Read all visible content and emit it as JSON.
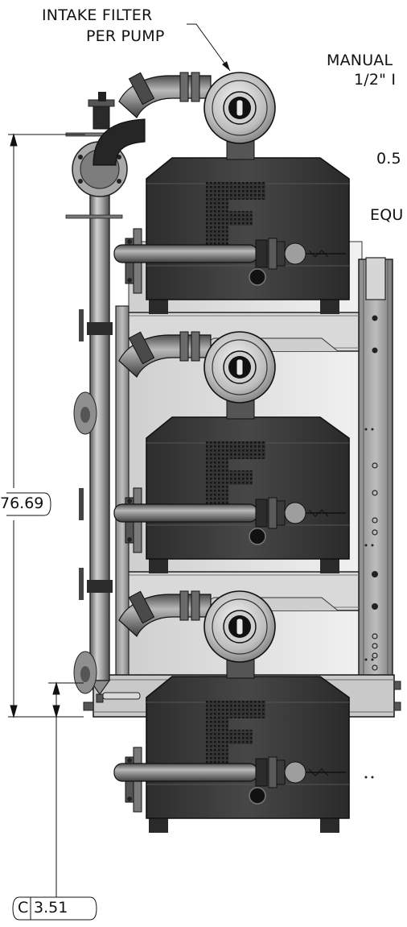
{
  "labels": {
    "intake_filter_line1": "INTAKE FILTER",
    "intake_filter_line2": "PER PUMP",
    "manual_line1": "MANUAL",
    "manual_line2": "1/2\" I",
    "partial_value": "0.5",
    "equ_partial": "EQU"
  },
  "dimensions": {
    "overall_height": "76.69",
    "base_height_prefix": "C",
    "base_height": "3.51"
  },
  "pumps": [
    {
      "name": "pump-top"
    },
    {
      "name": "pump-middle"
    },
    {
      "name": "pump-bottom"
    }
  ],
  "colors": {
    "line": "#1a1a1a",
    "frame": "#9a9a9a",
    "frame_dark": "#6e6e6e",
    "pump_body": "#3d3d3d",
    "pump_dark": "#262626",
    "pipe": "#8c8c8c",
    "panel": "#e4e4e4"
  }
}
